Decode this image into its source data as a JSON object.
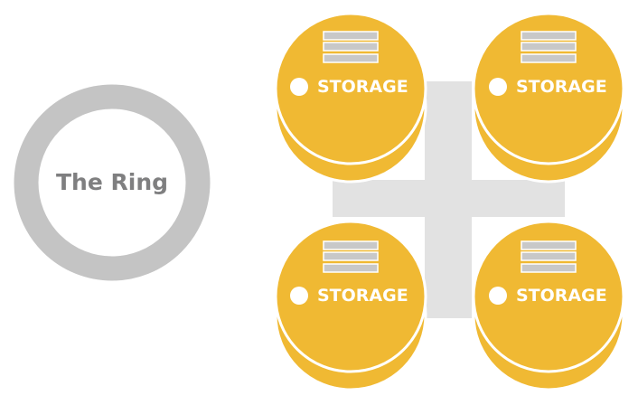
{
  "ring": {
    "label": "The Ring"
  },
  "storage_nodes": [
    {
      "label": "STORAGE"
    },
    {
      "label": "STORAGE"
    },
    {
      "label": "STORAGE"
    },
    {
      "label": "STORAGE"
    }
  ],
  "colors": {
    "ring": "#c4c4c4",
    "ring_text": "#7f7f80",
    "node_fill": "#f0b933",
    "node_outline": "#ffffff",
    "stripe": "#c8c8c8",
    "connector": "#e2e2e2",
    "label_text": "#ffffff"
  },
  "icons": {
    "node_stack": "server-stack-icon",
    "node_dot": "status-dot-icon"
  }
}
